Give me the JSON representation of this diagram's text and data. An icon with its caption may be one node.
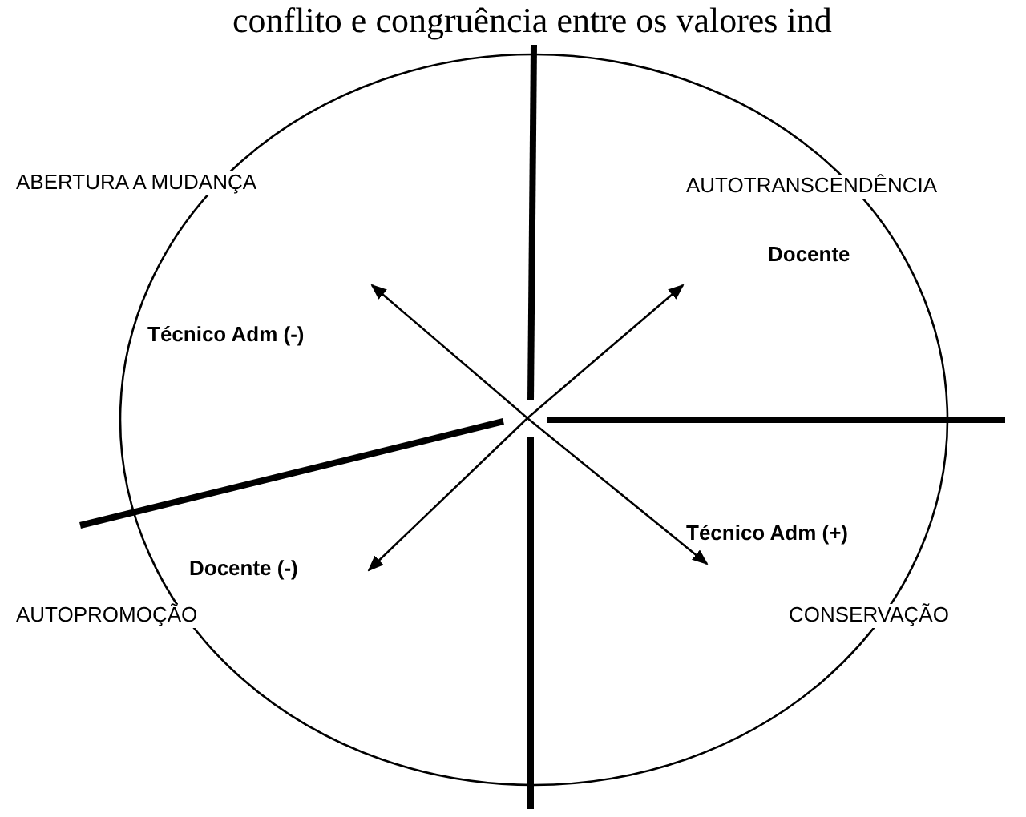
{
  "diagram": {
    "labels": [
      "conflito e congruência entre os valores ind",
      "ABERTURA A MUDANÇA",
      "AUTOTRANSCENDÊNCIA",
      "Técnico Adm (-)",
      "Docente",
      "Técnico Adm (+)",
      "Docente (-)",
      "CONSERVAÇÃO",
      "AUTOPROMOÇÃO"
    ]
  }
}
